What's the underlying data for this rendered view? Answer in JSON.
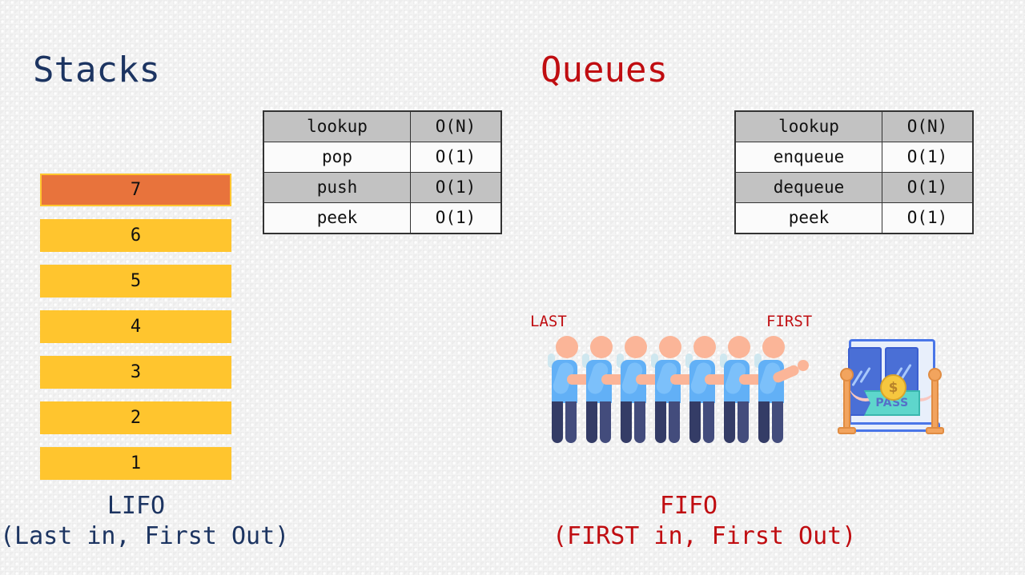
{
  "slide": {
    "stacks": {
      "title": "Stacks",
      "title_color": "#1c3461",
      "table": {
        "rows": [
          {
            "operation": "lookup",
            "complexity": "O(N)",
            "shaded": true
          },
          {
            "operation": "pop",
            "complexity": "O(1)",
            "shaded": false
          },
          {
            "operation": "push",
            "complexity": "O(1)",
            "shaded": true
          },
          {
            "operation": "peek",
            "complexity": "O(1)",
            "shaded": false
          }
        ]
      },
      "blocks": [
        {
          "value": "7",
          "highlighted": true
        },
        {
          "value": "6",
          "highlighted": false
        },
        {
          "value": "5",
          "highlighted": false
        },
        {
          "value": "4",
          "highlighted": false
        },
        {
          "value": "3",
          "highlighted": false
        },
        {
          "value": "2",
          "highlighted": false
        },
        {
          "value": "1",
          "highlighted": false
        }
      ],
      "block_color": "#ffc52e",
      "top_block_color": "#e8733c",
      "caption_line1": "LIFO",
      "caption_line2": "(Last in, First Out)"
    },
    "queues": {
      "title": "Queues",
      "title_color": "#c00d11",
      "table": {
        "rows": [
          {
            "operation": "lookup",
            "complexity": "O(N)",
            "shaded": true
          },
          {
            "operation": "enqueue",
            "complexity": "O(1)",
            "shaded": false
          },
          {
            "operation": "dequeue",
            "complexity": "O(1)",
            "shaded": true
          },
          {
            "operation": "peek",
            "complexity": "O(1)",
            "shaded": false
          }
        ]
      },
      "label_last": "LAST",
      "label_first": "FIRST",
      "people_count": 7,
      "ticket_booth": {
        "ticket_text": "PASS",
        "coin_symbol": "$"
      },
      "caption_line1": "FIFO",
      "caption_line2": "(FIRST in, First Out)"
    }
  }
}
